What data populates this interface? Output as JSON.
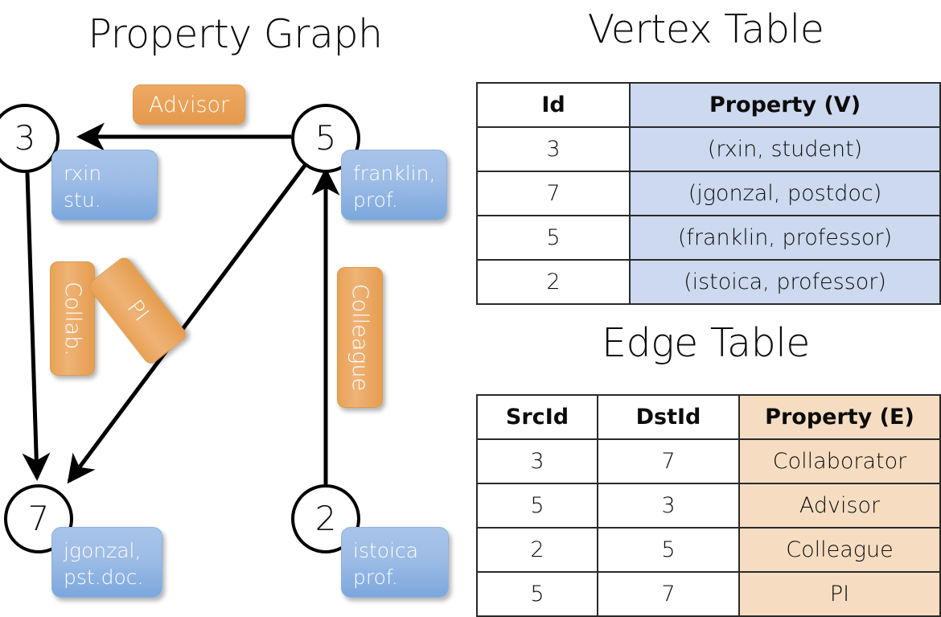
{
  "titles": {
    "property_graph": "Property Graph",
    "vertex_table": "Vertex Table",
    "edge_table": "Edge Table"
  },
  "graph": {
    "nodes": [
      {
        "id": "3",
        "property": "rxin\nstu.",
        "line1": "rxin",
        "line2": "stu."
      },
      {
        "id": "5",
        "property": "franklin,\nprof.",
        "line1": "franklin,",
        "line2": "prof."
      },
      {
        "id": "7",
        "property": "jgonzal,\npst.doc.",
        "line1": "jgonzal,",
        "line2": "pst.doc."
      },
      {
        "id": "2",
        "property": "istoica\nprof.",
        "line1": "istoica",
        "line2": "prof."
      }
    ],
    "edge_labels": {
      "advisor": "Advisor",
      "collab": "Collab.",
      "pi": "PI",
      "colleague": "Colleague"
    },
    "edges": [
      {
        "src": "5",
        "dst": "3",
        "label": "Advisor"
      },
      {
        "src": "3",
        "dst": "7",
        "label": "Collab."
      },
      {
        "src": "5",
        "dst": "7",
        "label": "PI"
      },
      {
        "src": "2",
        "dst": "5",
        "label": "Colleague"
      }
    ]
  },
  "vertex_table": {
    "headers": [
      "Id",
      "Property (V)"
    ],
    "rows": [
      {
        "id": "3",
        "property": "(rxin, student)"
      },
      {
        "id": "7",
        "property": "(jgonzal, postdoc)"
      },
      {
        "id": "5",
        "property": "(franklin, professor)"
      },
      {
        "id": "2",
        "property": "(istoica, professor)"
      }
    ]
  },
  "edge_table": {
    "headers": [
      "SrcId",
      "DstId",
      "Property (E)"
    ],
    "rows": [
      {
        "src": "3",
        "dst": "7",
        "property": "Collaborator"
      },
      {
        "src": "5",
        "dst": "3",
        "property": "Advisor"
      },
      {
        "src": "2",
        "dst": "5",
        "property": "Colleague"
      },
      {
        "src": "5",
        "dst": "7",
        "property": "PI"
      }
    ]
  },
  "colors": {
    "vertex_property_fill": "#ccd9ef",
    "edge_property_fill": "#f6ddc2",
    "node_callout_blue": "#9dbce6",
    "edge_chip_orange": "#e9a055",
    "stroke": "#000000",
    "background": "#ffffff"
  }
}
